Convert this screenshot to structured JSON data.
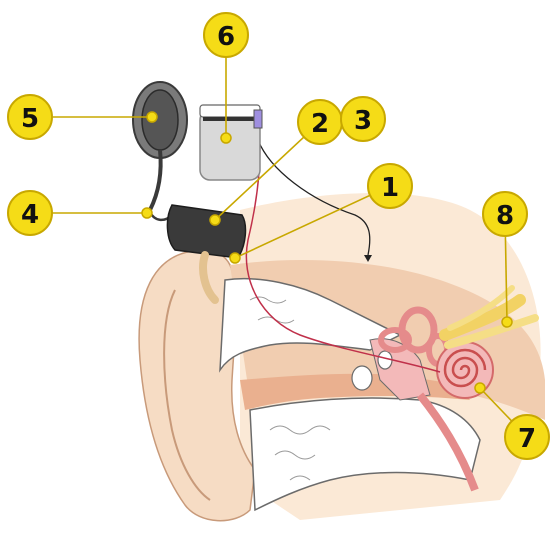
{
  "diagram": {
    "labels": [
      {
        "id": "label-1",
        "text": "1"
      },
      {
        "id": "label-2",
        "text": "2"
      },
      {
        "id": "label-3",
        "text": "3"
      },
      {
        "id": "label-4",
        "text": "4"
      },
      {
        "id": "label-5",
        "text": "5"
      },
      {
        "id": "label-6",
        "text": "6"
      },
      {
        "id": "label-7",
        "text": "7"
      },
      {
        "id": "label-8",
        "text": "8"
      }
    ],
    "colors": {
      "label_fill": "#f5dc17",
      "label_stroke": "#c8a800",
      "skin": "#f6dcc4",
      "skin_shadow": "#e8b896",
      "head_bg": "#fbe9d6",
      "bone": "#ffffff",
      "bone_outline": "#6b6b6b",
      "cochlea": "#e58b8b",
      "nerve": "#f2d264",
      "device_dark": "#3a3a3a",
      "implant_body": "#d9d9d9",
      "wire": "#c0304a"
    }
  }
}
